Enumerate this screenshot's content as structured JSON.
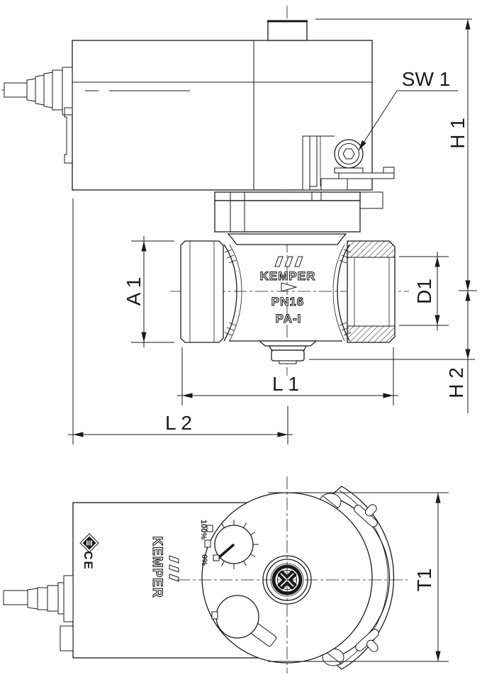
{
  "labels": {
    "sw1": "SW 1",
    "h1": "H 1",
    "h2": "H 2",
    "d1": "D1",
    "a1": "A 1",
    "l1": "L 1",
    "l2": "L 2",
    "t1": "T1"
  },
  "valve_markings": {
    "brand": "KEMPER",
    "pressure_rating": "PN16",
    "material": "PA-I"
  },
  "actuator_face": {
    "brand": "KEMPER",
    "dial_max": "100%",
    "dial_min": "0%",
    "ce": "CE"
  },
  "colors": {
    "ink": "#1a1a1a",
    "paper": "#ffffff"
  }
}
